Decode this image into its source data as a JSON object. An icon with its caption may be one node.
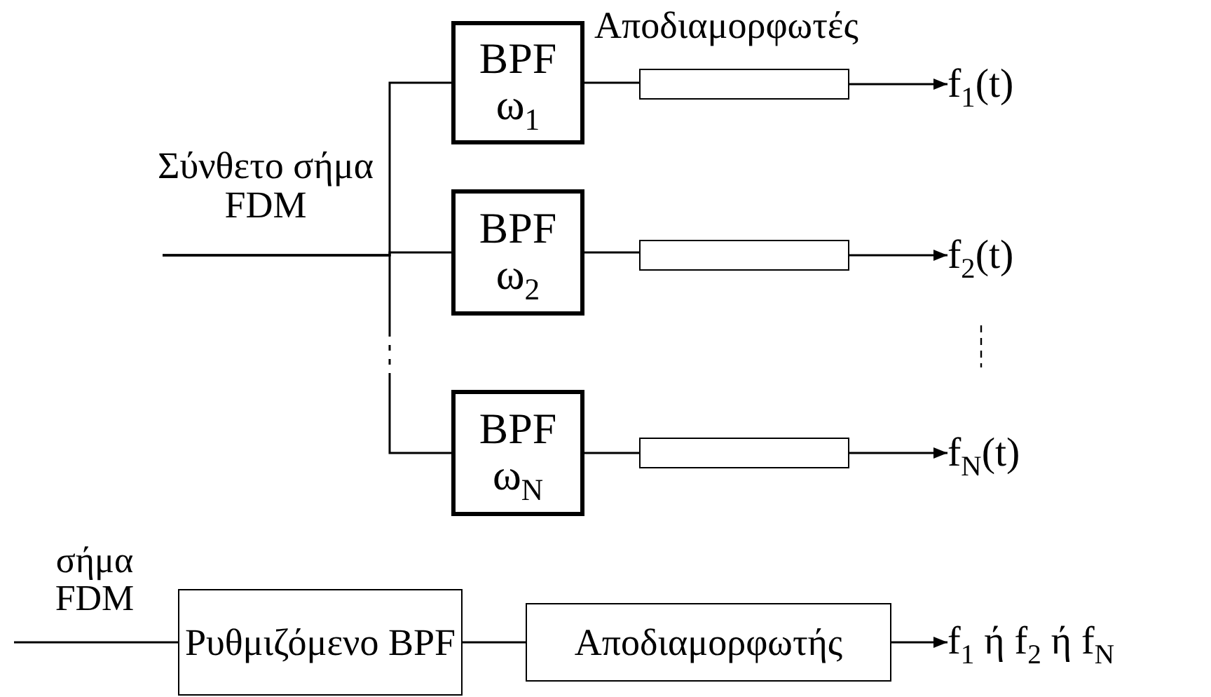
{
  "diagram": {
    "nodes": [
      {
        "text": [
          "Σύνθετο σήμα FDM"
        ]
      },
      {
        "text": [
          "BPF",
          "ω$_{1}$"
        ]
      },
      {
        "text": [
          "BPF",
          "ω$_{2}$"
        ]
      },
      {
        "text": [
          "BPF",
          "ω$_{N}$"
        ]
      },
      {
        "text": [],
        "shape": "box"
      },
      {
        "text": [],
        "shape": "box"
      },
      {
        "text": [],
        "shape": "box"
      },
      {
        "text": [
          "f$_{1}$(t)"
        ]
      },
      {
        "text": [
          "f$_{2}$(t)"
        ]
      },
      {
        "text": [
          "f$_{N}$(t)"
        ]
      },
      {
        "text": [
          "σήμα FDM"
        ]
      },
      {
        "text": [
          "Ρυθμιζόμενο BPF"
        ]
      },
      {
        "text": [
          "Αποδιαμορφωτής"
        ]
      },
      {
        "text": [
          "f$_{1}$ ή f$_{2}$ ή f$_{N}$"
        ]
      }
    ],
    "edges": [
      {
        "from": 0,
        "to": 1,
        "arrow": "none"
      },
      {
        "from": 0,
        "to": 2,
        "arrow": "none"
      },
      {
        "from": 0,
        "to": 3,
        "arrow": "none",
        "style": "dashed"
      },
      {
        "from": 1,
        "to": 4,
        "arrow": "none"
      },
      {
        "from": 2,
        "to": 5,
        "arrow": "none"
      },
      {
        "from": 3,
        "to": 6,
        "arrow": "none"
      },
      {
        "from": 4,
        "to": 7,
        "arrow": "to"
      },
      {
        "from": 5,
        "to": 8,
        "arrow": "to"
      },
      {
        "from": 6,
        "to": 9,
        "arrow": "to"
      },
      {
        "from": 10,
        "to": 11,
        "arrow": "none"
      },
      {
        "from": 11,
        "to": 12,
        "arrow": "none"
      },
      {
        "from": 12,
        "to": 13,
        "arrow": "to"
      }
    ],
    "labels": [
      "Αποδιαμορφωτές"
    ]
  }
}
